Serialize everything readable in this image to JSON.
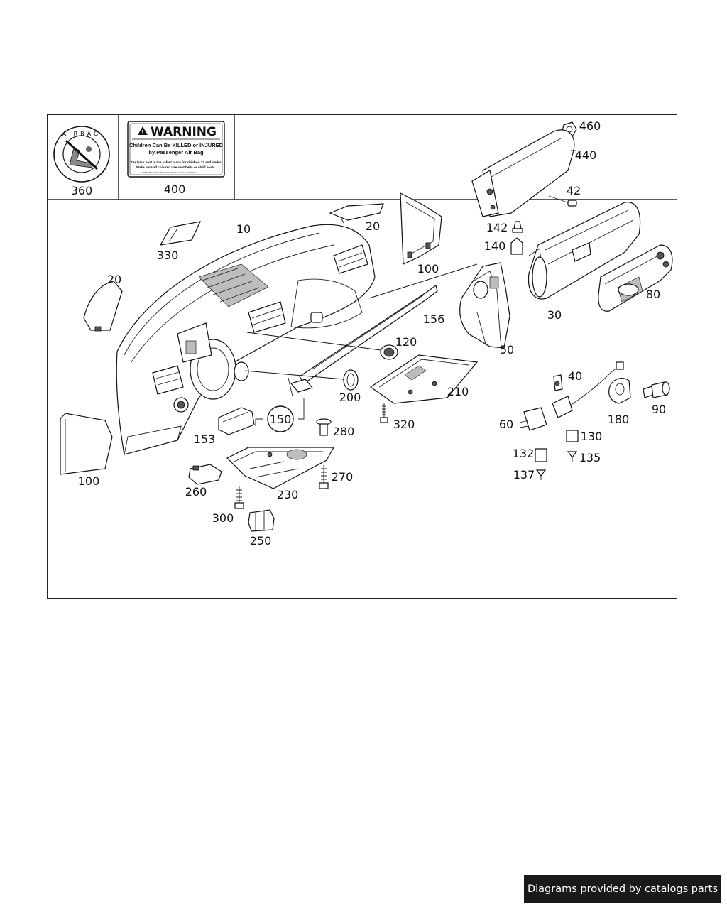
{
  "diagram": {
    "warning_label": {
      "title": "WARNING",
      "line1": "Children Can Be KILLED or INJURED",
      "line2": "by Passenger Air Bag",
      "line3": "The back seat is the safest place for children 12 and under.",
      "line4": "Make sure all children use seat belts or child seats.",
      "line5": "LABEL MAY ONLY BE REMOVED BY VEHICLE OWNER"
    },
    "airbag_seal_text": "AIRBAG",
    "callouts": [
      "360",
      "400",
      "460",
      "440",
      "42",
      "10",
      "20",
      "330",
      "20",
      "100",
      "142",
      "140",
      "156",
      "30",
      "80",
      "50",
      "120",
      "40",
      "210",
      "200",
      "320",
      "180",
      "90",
      "150",
      "280",
      "60",
      "130",
      "153",
      "132",
      "135",
      "137",
      "270",
      "100",
      "260",
      "230",
      "300",
      "250"
    ]
  },
  "footer": {
    "text": "Diagrams provided by catalogs parts"
  }
}
